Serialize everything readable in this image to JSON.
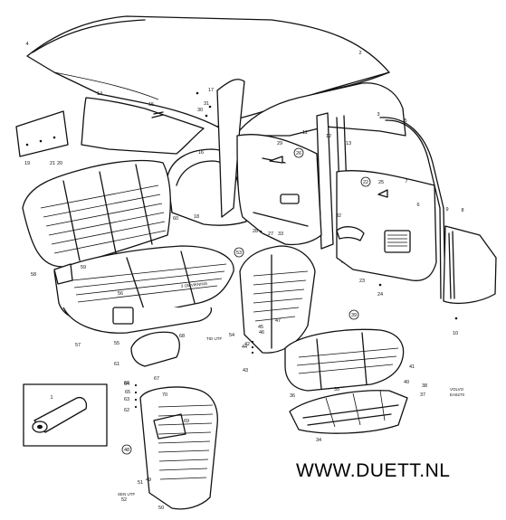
{
  "watermark": "WWW.DUETT.NL",
  "code_lines": [
    "VOLVO",
    "EA6270"
  ],
  "side_labels": {
    "tid_utf": "TID UTF",
    "sen_utf": "SEN UTF"
  },
  "seat_print": "3 OMVIKNING",
  "part_numbers": [
    {
      "n": "1"
    },
    {
      "n": "2"
    },
    {
      "n": "3"
    },
    {
      "n": "4"
    },
    {
      "n": "5"
    },
    {
      "n": "6"
    },
    {
      "n": "7"
    },
    {
      "n": "8"
    },
    {
      "n": "9"
    },
    {
      "n": "10"
    },
    {
      "n": "11"
    },
    {
      "n": "12"
    },
    {
      "n": "13"
    },
    {
      "n": "14"
    },
    {
      "n": "15"
    },
    {
      "n": "16"
    },
    {
      "n": "17"
    },
    {
      "n": "18"
    },
    {
      "n": "19"
    },
    {
      "n": "20"
    },
    {
      "n": "21"
    },
    {
      "n": "22"
    },
    {
      "n": "23"
    },
    {
      "n": "24"
    },
    {
      "n": "25"
    },
    {
      "n": "26"
    },
    {
      "n": "27"
    },
    {
      "n": "28"
    },
    {
      "n": "29"
    },
    {
      "n": "30"
    },
    {
      "n": "31"
    },
    {
      "n": "32"
    },
    {
      "n": "33"
    },
    {
      "n": "34"
    },
    {
      "n": "35"
    },
    {
      "n": "36"
    },
    {
      "n": "37"
    },
    {
      "n": "38"
    },
    {
      "n": "39"
    },
    {
      "n": "40"
    },
    {
      "n": "41"
    },
    {
      "n": "42"
    },
    {
      "n": "43"
    },
    {
      "n": "44"
    },
    {
      "n": "45"
    },
    {
      "n": "46"
    },
    {
      "n": "47"
    },
    {
      "n": "48"
    },
    {
      "n": "49"
    },
    {
      "n": "50"
    },
    {
      "n": "51"
    },
    {
      "n": "52"
    },
    {
      "n": "53"
    },
    {
      "n": "54"
    },
    {
      "n": "55"
    },
    {
      "n": "56"
    },
    {
      "n": "57"
    },
    {
      "n": "58"
    },
    {
      "n": "59"
    },
    {
      "n": "60"
    },
    {
      "n": "61"
    },
    {
      "n": "62"
    },
    {
      "n": "63"
    },
    {
      "n": "64"
    },
    {
      "n": "65"
    },
    {
      "n": "66"
    },
    {
      "n": "67"
    },
    {
      "n": "68"
    },
    {
      "n": "69"
    },
    {
      "n": "70"
    }
  ],
  "colors": {
    "ink": "#111111",
    "paper": "#ffffff"
  }
}
